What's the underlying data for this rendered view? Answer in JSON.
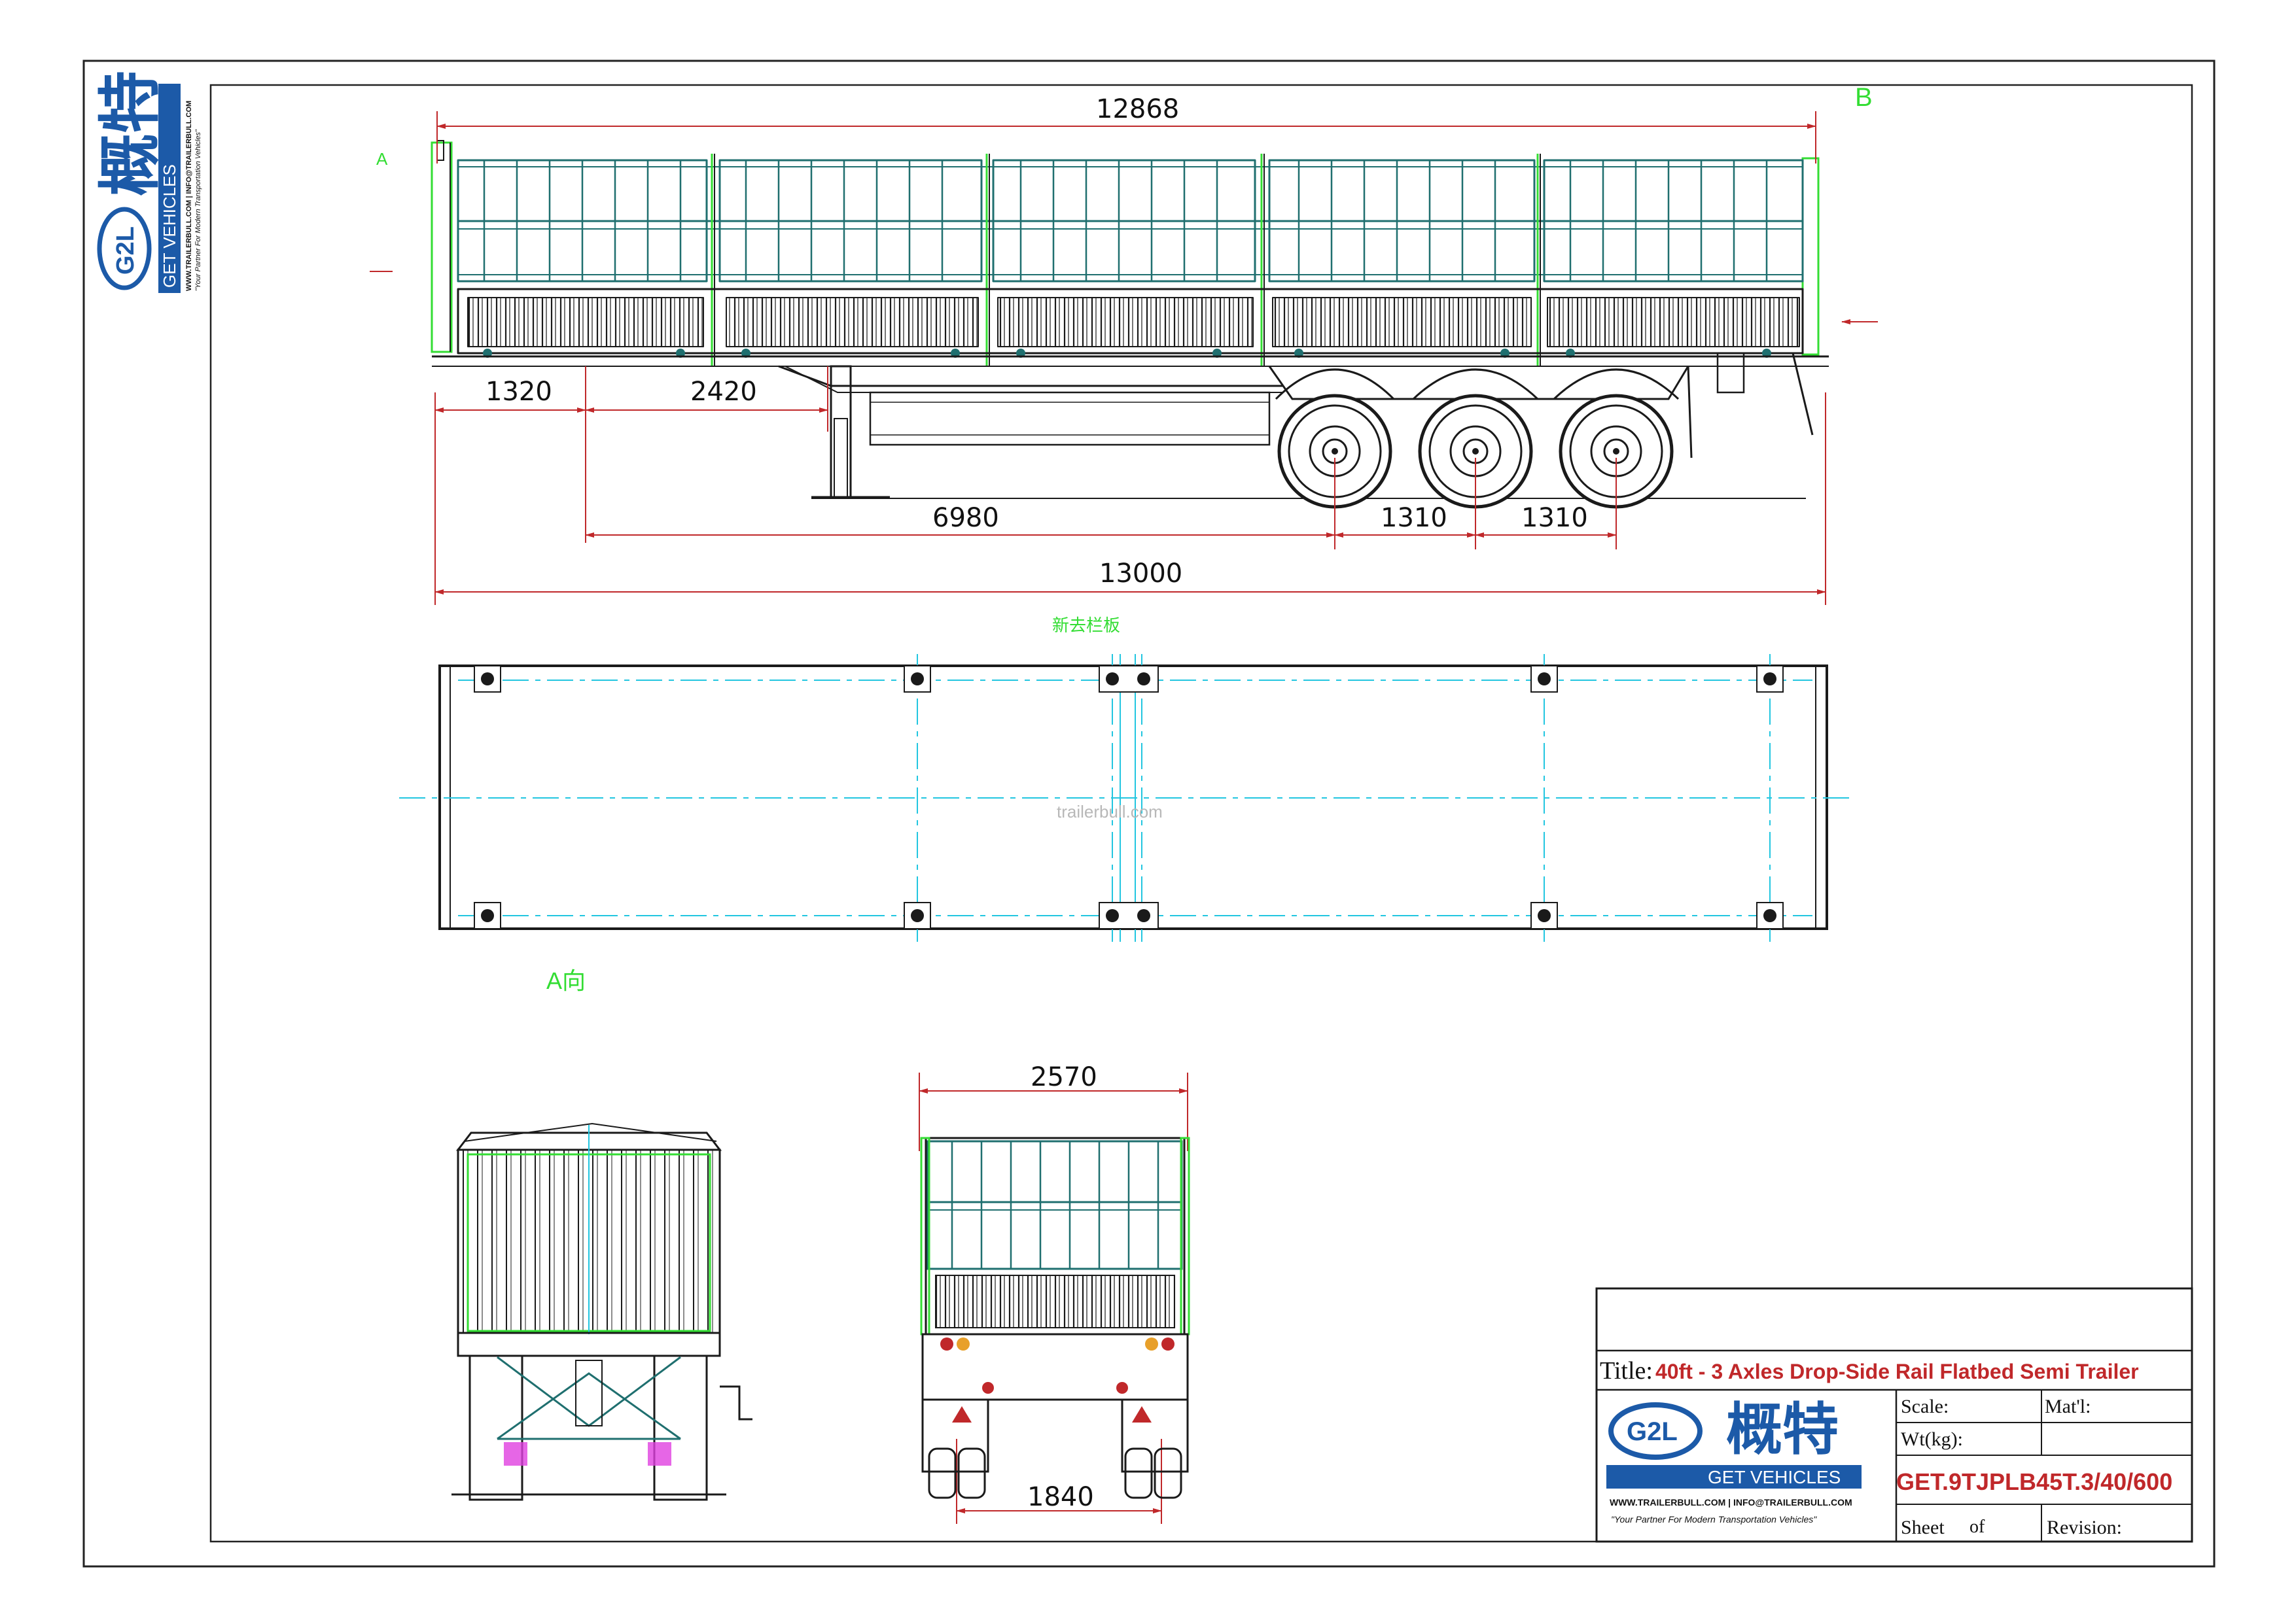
{
  "logo": {
    "brand_cn": "概特",
    "brand_en": "GET VEHICLES",
    "monogram": "G2L",
    "contact": "WWW.TRAILERBULL.COM | INFO@TRAILERBULL.COM",
    "slogan": "\"Your Partner For Modern Transportation Vehicles\""
  },
  "labels": {
    "view_a_marker": "A",
    "view_b_marker": "B",
    "plan_view_caption": "新去栏板",
    "rear_view_caption": "A向",
    "watermark": "trailerbull.com"
  },
  "dimensions": {
    "overall_top": "12868",
    "front_overhang": "1320",
    "kingpin_offset": "2420",
    "kingpin_to_axle": "6980",
    "axle_spacing_1": "1310",
    "axle_spacing_2": "1310",
    "overall_length": "13000",
    "rear_width": "2570",
    "track_width": "1840"
  },
  "title_block": {
    "title_label": "Title:",
    "title_value": "40ft - 3 Axles Drop-Side Rail Flatbed Semi Trailer",
    "scale_label": "Scale:",
    "material_label": "Mat'l:",
    "weight_label": "Wt(kg):",
    "drawing_number": "GET.9TJPLB45T.3/40/600",
    "sheet_label": "Sheet",
    "of_label": "of",
    "revision_label": "Revision:"
  },
  "colors": {
    "outline": "#1a1a1a",
    "frame_teal": "#1f6f6f",
    "centerline": "#22c6e0",
    "highlight_green": "#33dd33",
    "title_red": "#c0282a",
    "logo_blue": "#1c5aa8"
  },
  "icons": {
    "brand_logo": "g2l-oval-logo-icon",
    "wheel": "wheel-icon",
    "bolt_hole": "bolt-hole-icon"
  }
}
